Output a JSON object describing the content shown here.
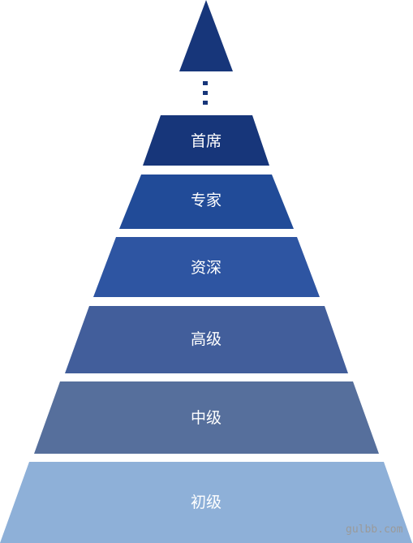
{
  "tiers": [
    {
      "label": "首席",
      "color": "#17367a"
    },
    {
      "label": "专家",
      "color": "#214b98"
    },
    {
      "label": "资深",
      "color": "#2e55a2"
    },
    {
      "label": "高级",
      "color": "#425e9b"
    },
    {
      "label": "中级",
      "color": "#566f9c"
    },
    {
      "label": "初级",
      "color": "#8eb0d8"
    }
  ],
  "apex": {
    "color": "#17367a"
  },
  "ellipsis": {
    "color": "#17367a"
  },
  "watermark": {
    "text": "gulbb.com"
  }
}
